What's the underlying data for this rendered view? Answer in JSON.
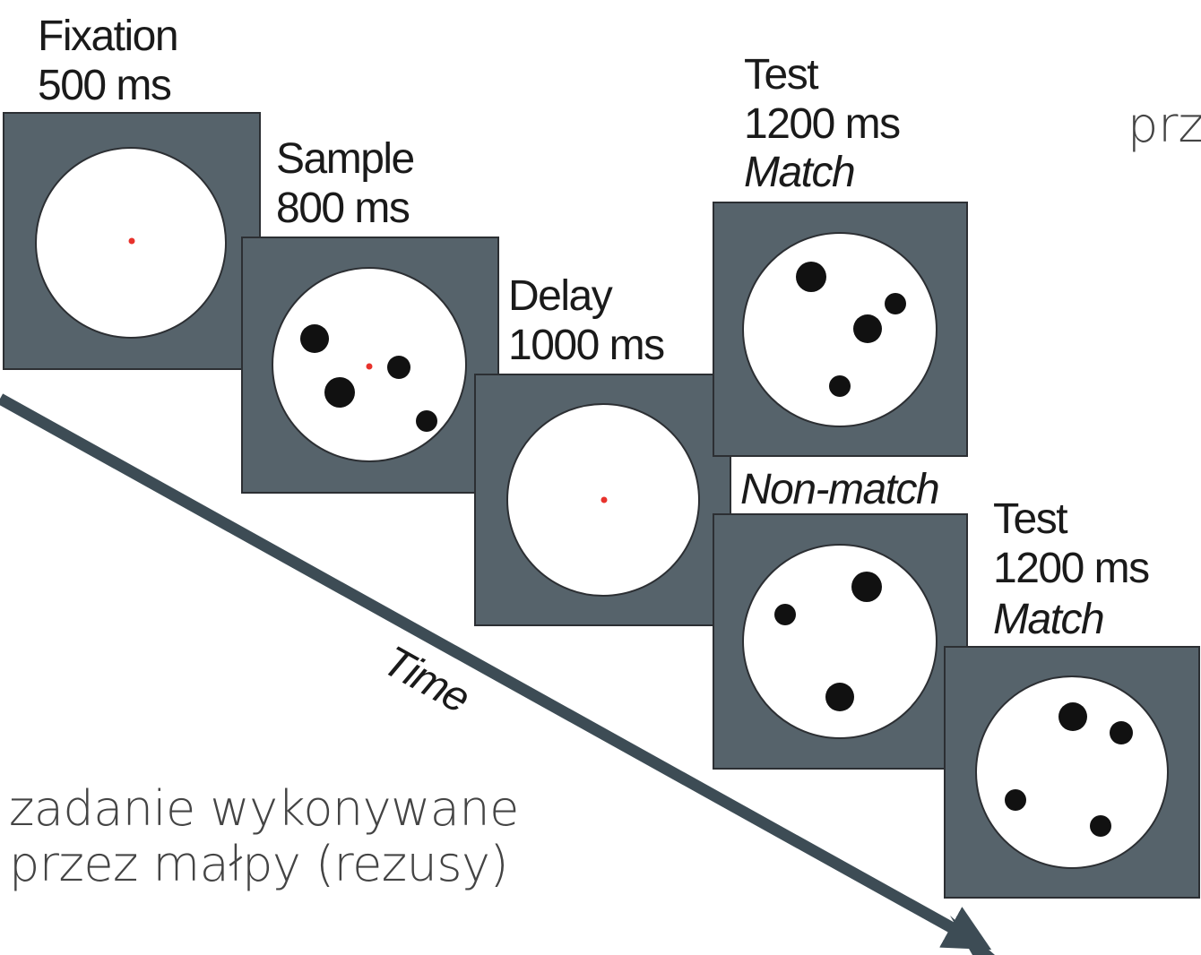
{
  "colors": {
    "panel": "#56636b",
    "panel_border": "#2c2f33",
    "circle": "#ffffff",
    "dot": "#111111",
    "fixation": "#e8322c",
    "arrow": "#3d4c55",
    "caption": "#444444"
  },
  "stages": {
    "fixation": {
      "name": "Fixation",
      "duration": "500 ms"
    },
    "sample": {
      "name": "Sample",
      "duration": "800 ms"
    },
    "delay": {
      "name": "Delay",
      "duration": "1000 ms"
    },
    "test_top": {
      "name": "Test",
      "duration": "1200 ms",
      "condition": "Match"
    },
    "non_match": "Non-match",
    "test_bottom": {
      "name": "Test",
      "duration": "1200 ms",
      "condition": "Match"
    }
  },
  "time_label": "Time",
  "caption": {
    "line1": "zadanie wykonywane",
    "line2": "przez małpy (rezusy)"
  },
  "corner_text": "prz"
}
